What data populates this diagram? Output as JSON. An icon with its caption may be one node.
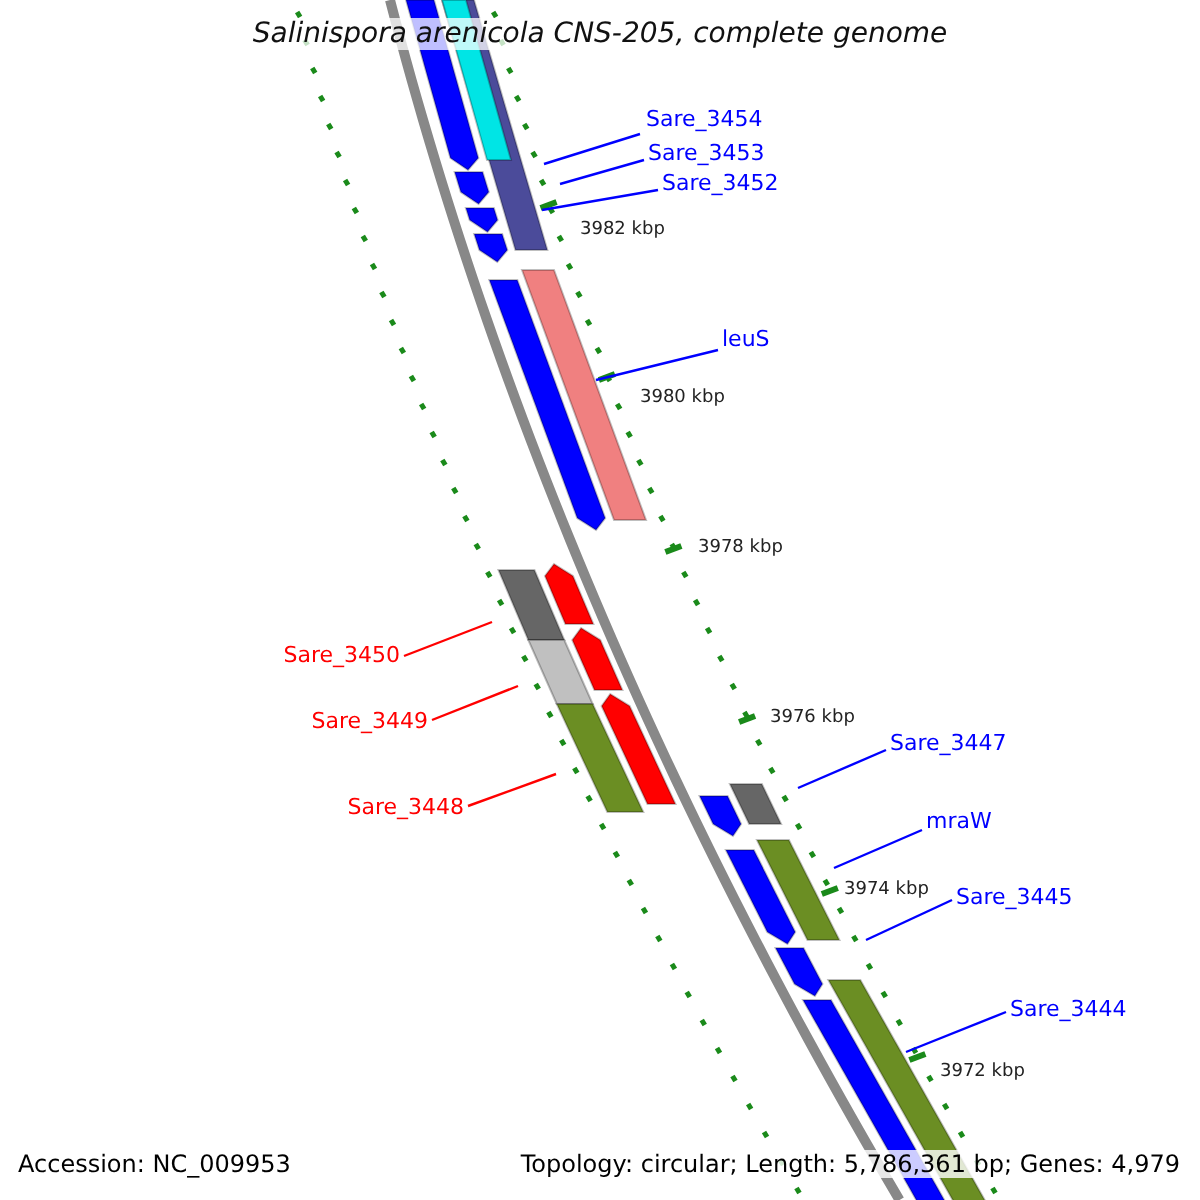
{
  "diagram": {
    "title": "Salinispora arenicola CNS-205, complete genome",
    "nodes": [
      {
        "text": [
          "Sare_3454"
        ]
      },
      {
        "text": [
          "Sare_3453"
        ]
      },
      {
        "text": [
          "Sare_3452"
        ]
      },
      {
        "text": [
          "leuS"
        ]
      },
      {
        "text": [
          "Sare_3450"
        ]
      },
      {
        "text": [
          "Sare_3449"
        ]
      },
      {
        "text": [
          "Sare_3448"
        ]
      },
      {
        "text": [
          "Sare_3447"
        ]
      },
      {
        "text": [
          "mraW"
        ]
      },
      {
        "text": [
          "Sare_3445"
        ]
      },
      {
        "text": [
          "Sare_3444"
        ]
      }
    ],
    "edges": [
      {
        "from": 0,
        "to": null,
        "arrow": "none"
      },
      {
        "from": 1,
        "to": null,
        "arrow": "none"
      },
      {
        "from": 2,
        "to": null,
        "arrow": "none"
      },
      {
        "from": 3,
        "to": null,
        "arrow": "none"
      },
      {
        "from": 4,
        "to": null,
        "arrow": "none",
        "color": "#ff0000"
      },
      {
        "from": 5,
        "to": null,
        "arrow": "none",
        "color": "#ff0000"
      },
      {
        "from": 6,
        "to": null,
        "arrow": "none",
        "color": "#ff0000"
      },
      {
        "from": 7,
        "to": null,
        "arrow": "none"
      },
      {
        "from": 8,
        "to": null,
        "arrow": "none"
      },
      {
        "from": 9,
        "to": null,
        "arrow": "none"
      },
      {
        "from": 10,
        "to": null,
        "arrow": "none"
      }
    ],
    "labels": [
      "3982 kbp",
      "3980 kbp",
      "3978 kbp",
      "3976 kbp",
      "3974 kbp",
      "3972 kbp",
      "Accession: NC_009953",
      "Topology: circular; Length: 5,786,361 bp; Genes: 4,979"
    ]
  }
}
